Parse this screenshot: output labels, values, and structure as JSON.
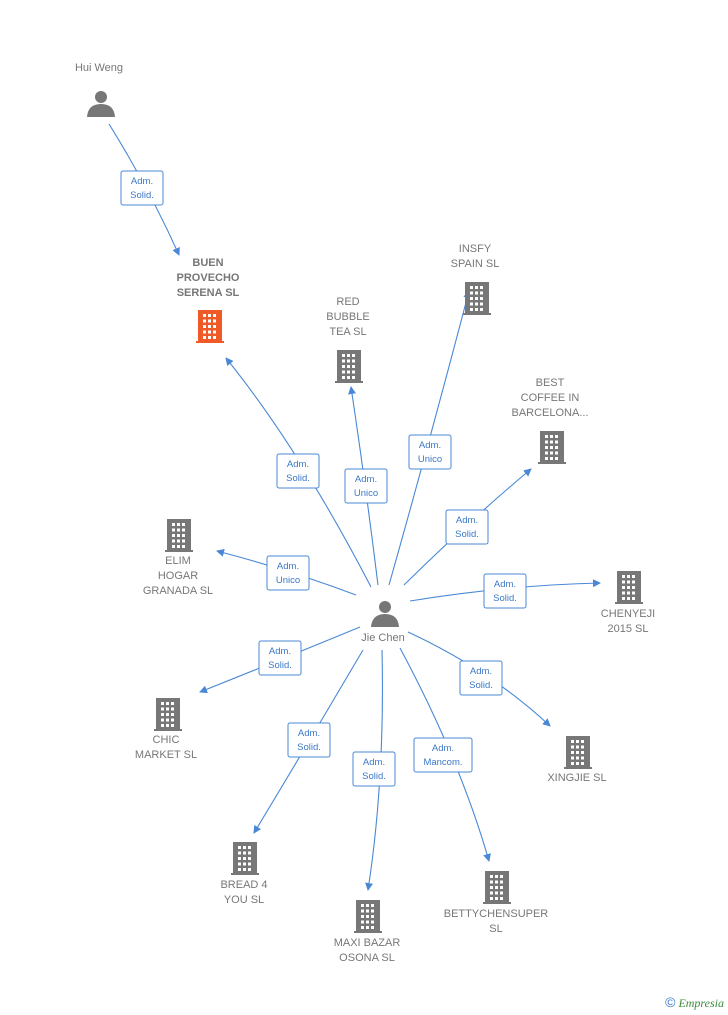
{
  "colors": {
    "edge": "#4a88d6",
    "node_gray": "#777777",
    "node_highlight": "#f05a28",
    "label": "#777777"
  },
  "center": {
    "id": "jie",
    "label": [
      "Jie Chen"
    ],
    "type": "person"
  },
  "nodes": [
    {
      "id": "hui",
      "label": [
        "Hui Weng"
      ],
      "type": "person"
    },
    {
      "id": "jie",
      "label": [
        "Jie Chen"
      ],
      "type": "person"
    },
    {
      "id": "buen",
      "label": [
        "BUEN",
        "PROVECHO",
        "SERENA  SL"
      ],
      "type": "company",
      "highlight": true
    },
    {
      "id": "red",
      "label": [
        "RED",
        "BUBBLE",
        "TEA  SL"
      ],
      "type": "company"
    },
    {
      "id": "insfy",
      "label": [
        "INSFY",
        "SPAIN  SL"
      ],
      "type": "company"
    },
    {
      "id": "best",
      "label": [
        "BEST",
        "COFFEE IN",
        "BARCELONA..."
      ],
      "type": "company"
    },
    {
      "id": "elim",
      "label": [
        "ELIM",
        "HOGAR",
        "GRANADA  SL"
      ],
      "type": "company"
    },
    {
      "id": "cheny",
      "label": [
        "CHENYEJI",
        "2015  SL"
      ],
      "type": "company"
    },
    {
      "id": "chic",
      "label": [
        "CHIC",
        "MARKET  SL"
      ],
      "type": "company"
    },
    {
      "id": "xing",
      "label": [
        "XINGJIE  SL"
      ],
      "type": "company"
    },
    {
      "id": "bread",
      "label": [
        "BREAD 4",
        "YOU  SL"
      ],
      "type": "company"
    },
    {
      "id": "maxi",
      "label": [
        "MAXI BAZAR",
        "OSONA  SL"
      ],
      "type": "company"
    },
    {
      "id": "betty",
      "label": [
        "BETTYCHENSUPER",
        "SL"
      ],
      "type": "company"
    }
  ],
  "edges": [
    {
      "from": "hui",
      "to": "buen",
      "label": [
        "Adm.",
        "Solid."
      ]
    },
    {
      "from": "jie",
      "to": "buen",
      "label": [
        "Adm.",
        "Solid."
      ]
    },
    {
      "from": "jie",
      "to": "red",
      "label": [
        "Adm.",
        "Unico"
      ]
    },
    {
      "from": "jie",
      "to": "insfy",
      "label": [
        "Adm.",
        "Unico"
      ]
    },
    {
      "from": "jie",
      "to": "best",
      "label": [
        "Adm.",
        "Solid."
      ]
    },
    {
      "from": "jie",
      "to": "elim",
      "label": [
        "Adm.",
        "Unico"
      ]
    },
    {
      "from": "jie",
      "to": "cheny",
      "label": [
        "Adm.",
        "Solid."
      ]
    },
    {
      "from": "jie",
      "to": "chic",
      "label": [
        "Adm.",
        "Solid."
      ]
    },
    {
      "from": "jie",
      "to": "xing",
      "label": [
        "Adm.",
        "Solid."
      ]
    },
    {
      "from": "jie",
      "to": "bread",
      "label": [
        "Adm.",
        "Solid."
      ]
    },
    {
      "from": "jie",
      "to": "maxi",
      "label": [
        "Adm.",
        "Solid."
      ]
    },
    {
      "from": "jie",
      "to": "betty",
      "label": [
        "Adm.",
        "Mancom."
      ]
    }
  ],
  "footer": {
    "copyright_symbol": "©",
    "brand": "Empresia"
  }
}
